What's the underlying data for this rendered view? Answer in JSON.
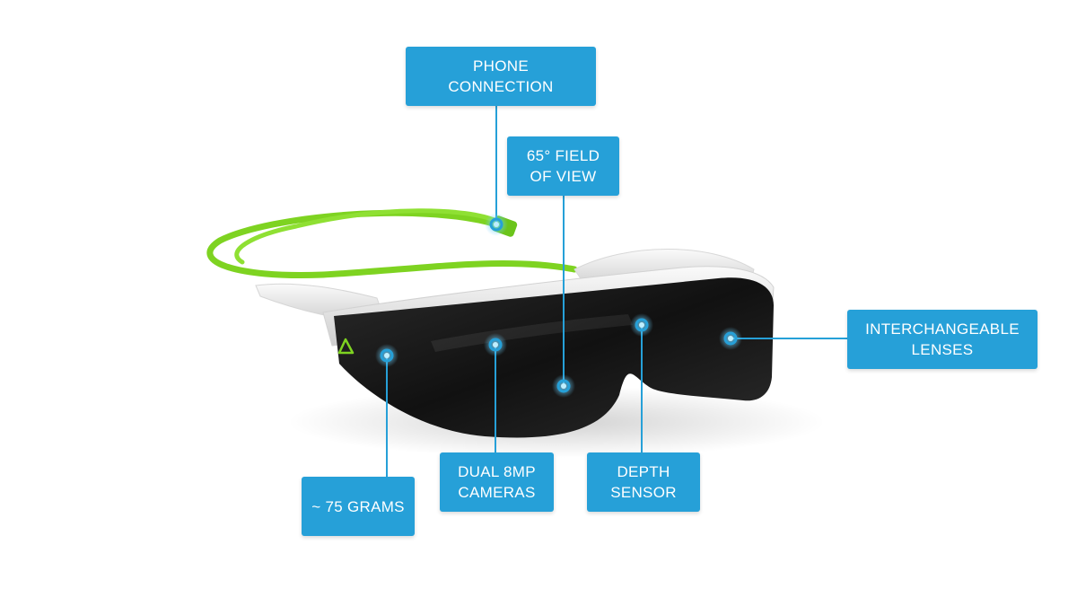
{
  "colors": {
    "accent": "#26a0d8",
    "cable": "#7ed321",
    "frame": "#ececec",
    "lens": "#151515"
  },
  "icons": [
    "product-logo-triangle-icon"
  ],
  "callouts": {
    "phone": {
      "line1": "PHONE",
      "line2": "CONNECTION"
    },
    "fov": {
      "line1": "65° FIELD",
      "line2": "OF VIEW"
    },
    "lenses": {
      "line1": "INTERCHANGEABLE",
      "line2": "LENSES"
    },
    "weight": {
      "line1": "~ 75 GRAMS"
    },
    "cameras": {
      "line1": "DUAL 8MP",
      "line2": "CAMERAS"
    },
    "depth": {
      "line1": "DEPTH",
      "line2": "SENSOR"
    }
  }
}
